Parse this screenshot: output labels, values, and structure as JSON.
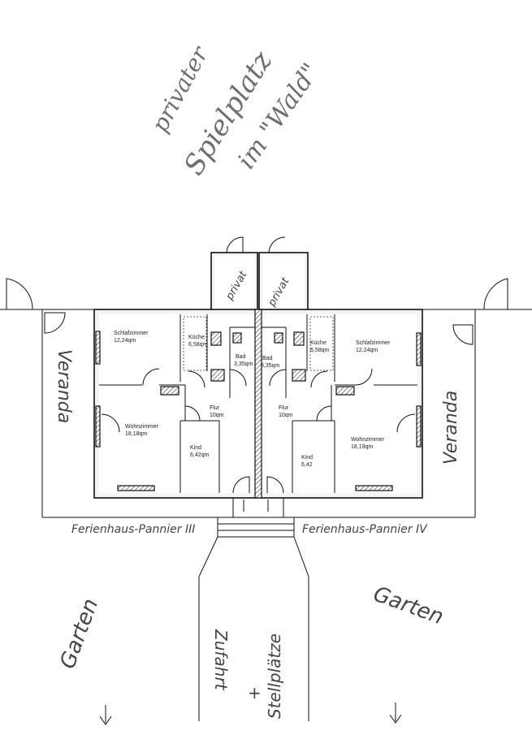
{
  "handwriting": {
    "top_line1": "privater",
    "top_line2": "Spielplatz",
    "top_line3": "im \"Wald\"",
    "veranda_left": "Veranda",
    "veranda_right": "Veranda",
    "house_left": "Ferienhaus-Pannier III",
    "house_right": "Ferienhaus-Pannier IV",
    "garten_left": "Garten",
    "garten_right": "Garten",
    "drive_line1": "Zufahrt",
    "drive_line2": "+",
    "drive_line3": "Stellplätze",
    "privat_left": "privat",
    "privat_right": "privat"
  },
  "rooms_left": {
    "schlafzimmer": "Schlafzimmer",
    "schlafzimmer_area": "12,24qm",
    "kueche": "Küche",
    "kueche_area": "6,58qm",
    "bad": "Bad",
    "bad_area": "3,35qm",
    "flur": "Flur",
    "flur_area": "10qm",
    "wohnzimmer": "Wohnzimmer",
    "wohnzimmer_area": "18,18qm",
    "kind": "Kind",
    "kind_area": "6,42qm"
  },
  "rooms_right": {
    "schlafzimmer": "Schlafzimmer",
    "schlafzimmer_area": "12,24qm",
    "kueche": "Küche",
    "kueche_area": "6,58qm",
    "bad": "Bad",
    "bad_area": "3,35qm",
    "flur": "Flur",
    "flur_area": "10qm",
    "wohnzimmer": "Wohnzimmer",
    "wohnzimmer_area": "18,19qm",
    "kind": "Kind",
    "kind_area": "6,42"
  }
}
